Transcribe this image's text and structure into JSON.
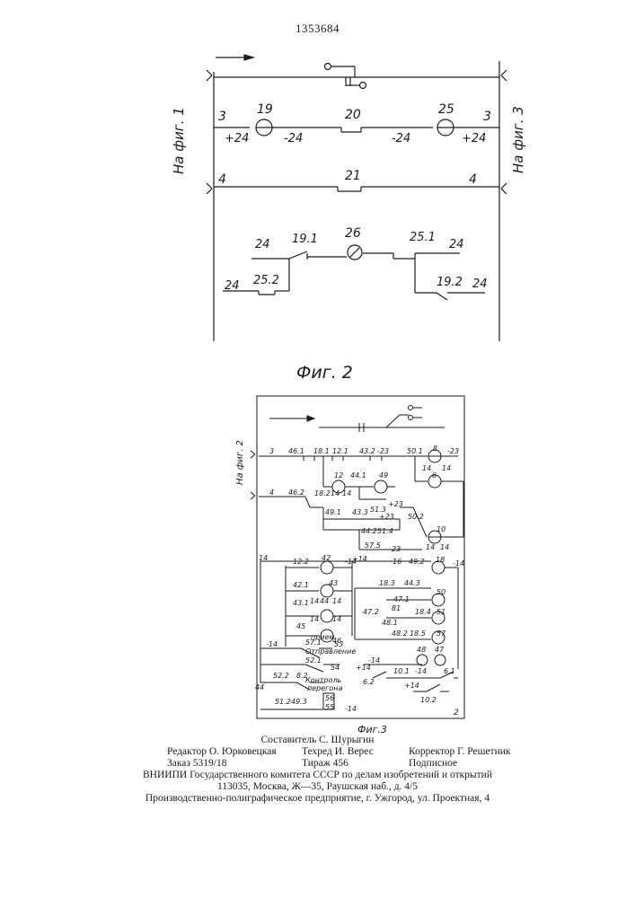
{
  "header": {
    "patent_number": "1353684"
  },
  "fig2": {
    "caption": "Фиг. 2",
    "side_left": "На фиг. 1",
    "side_right": "На фиг. 3",
    "line_labels": {
      "line3_left": "3",
      "line3_right": "3",
      "line4_left": "4",
      "line4_right": "4",
      "plus24_left": "+24",
      "minus24_a": "-24",
      "minus24_b": "-24",
      "plus24_right": "+24",
      "c24_a": "24",
      "c24_b": "24",
      "c24_c": "24",
      "c24_d": "24"
    },
    "elements": {
      "relay19": "19",
      "contact20": "20",
      "relay25": "25",
      "contact21": "21",
      "lamp26": "26",
      "c19_1": "19.1",
      "c25_1": "25.1",
      "c25_2": "25.2",
      "c19_2": "19.2"
    }
  },
  "fig3": {
    "caption": "Фиг.3",
    "side_left": "На фиг. 2",
    "corner": "2",
    "labels": {
      "n3": "3",
      "n4": "4",
      "c46_1": "46.1",
      "c18_1": "18.1",
      "c12_1": "12.1",
      "c43_2": "43.2",
      "m23a": "-23",
      "c50_1": "50.1",
      "r8": "8",
      "m23b": "-23",
      "n14a": "14",
      "n14b": "14",
      "r6": "6",
      "r12": "12",
      "c44_1": "44.1",
      "r49": "49",
      "c18_2": "18.2",
      "n14c": "14",
      "n14d": "14",
      "p23a": "+23",
      "c46_2": "46.2",
      "c49_1": "49.1",
      "c43_3": "43.3",
      "c51_3": "51.3",
      "p23b": "+23",
      "c44_2": "44.2",
      "c51_4": "51.4",
      "c50_2": "50.2",
      "r10": "10",
      "n14e": "14",
      "n14f": "14",
      "c57_5": "57.5",
      "n23": "23",
      "p14a": "+14",
      "n14g": "14",
      "c12_2": "12.2",
      "r42": "42",
      "m14a": "-14",
      "c16": "16",
      "c49_2": "49.2",
      "r18": "18",
      "m14b": "-14",
      "c42_1": "42.1",
      "c43": "43",
      "c18_3": "18.3",
      "c44_3": "44.3",
      "r50": "50",
      "c43_1": "43.1",
      "n14h": "14",
      "c44": "44",
      "n14i": "14",
      "c47_1": "47.1",
      "c47_2": "47.2",
      "c81": "81",
      "c18_4": "18.4",
      "r51": "51",
      "n14j": "14",
      "n14k": "14",
      "c48_1": "48.1",
      "c45": "45",
      "r46": "46",
      "c48_2": "48.2",
      "c18_5": "18.5",
      "r57": "57",
      "m14c": "-14",
      "c57_1": "57.1",
      "priem": "прием",
      "r53": "53",
      "otpr": "Отправление",
      "c52_1": "52.1",
      "r54": "54",
      "m14d": "-14",
      "r48": "48",
      "r47": "47",
      "p14b": "+14",
      "c10_1": "10.1",
      "m14e": "-14",
      "c6_1": "6.1",
      "c52_2": "52.2",
      "c8_2": "8.2",
      "c6_2": "6.2",
      "kontrol": "Контроль",
      "peregona": "перегона",
      "p14c": "+14",
      "c10_2": "10.2",
      "c44b": "44",
      "r56": "56",
      "c51_2": "51.2",
      "c49_3": "49.3",
      "r55": "55",
      "m14f": "-14"
    }
  },
  "imprint": {
    "composer": "Составитель С. Шурыгин",
    "editor": "Редактор О. Юрковецкая",
    "techred": "Техред И. Верес",
    "corrector": "Корректор Г. Решетник",
    "order": "Заказ 5319/18",
    "circulation": "Тираж 456",
    "subscription": "Подписное",
    "vniipi": "ВНИИПИ Государственного комитета СССР по делам изобретений и открытий",
    "address": "113035, Москва, Ж—35, Раушская наб., д. 4/5",
    "plant": "Производственно-полиграфическое предприятие, г. Ужгород, ул. Проектная, 4"
  }
}
